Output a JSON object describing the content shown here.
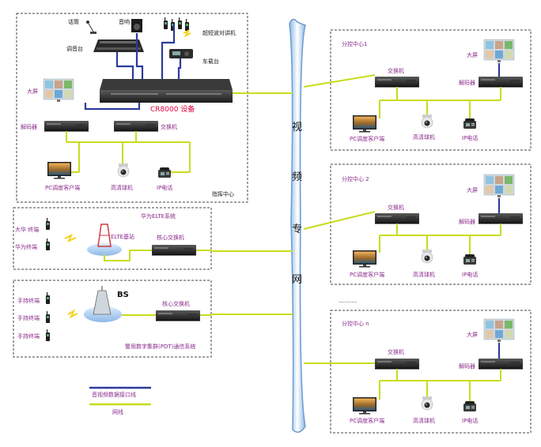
{
  "spine": {
    "chars": [
      "视",
      "频",
      "专",
      "网"
    ]
  },
  "command_center": {
    "label": "指挥中心",
    "mic": "话筒",
    "speaker": "音响",
    "mixer": "调音台",
    "walkie": "超短波对讲机",
    "vehicle_radio": "车载台",
    "big_screen": "大屏",
    "device": "CR8000 设备",
    "decoder": "解码器",
    "switch": "交换机",
    "pc_client": "PC调度客户端",
    "hd_camera": "高清球机",
    "ip_phone": "IP电话"
  },
  "elte": {
    "title": "华为ELTE系统",
    "terminal1": "大华 终端",
    "terminal2": "华为终端",
    "station": "ELTE基站",
    "core_switch": "核心交换机"
  },
  "pdt": {
    "title": "警用数字集群(PDT)通信系统",
    "handheld1": "手持终端",
    "handheld2": "手持终端",
    "handheld3": "手持终端",
    "bs": "BS",
    "core_switch": "核心交换机"
  },
  "sub_centers": [
    {
      "label": "分控中心1",
      "big_screen": "大屏",
      "switch": "交换机",
      "decoder": "解码器",
      "pc_client": "PC调度客户端",
      "hd_camera": "高清球机",
      "ip_phone": "IP电话"
    },
    {
      "label": "分控中心 2",
      "big_screen": "大屏",
      "switch": "交换机",
      "decoder": "解码器",
      "pc_client": "PC调度客户端",
      "hd_camera": "高清球机",
      "ip_phone": "IP电话"
    },
    {
      "label": "分控中心 n",
      "big_screen": "大屏",
      "switch": "交换机",
      "decoder": "解码器",
      "pc_client": "PC调度客户端",
      "hd_camera": "高清球机",
      "ip_phone": "IP电话"
    }
  ],
  "ellipsis": "……….",
  "legend": {
    "blue_line": "音视频数据接口线",
    "green_line": "网线"
  },
  "colors": {
    "network": "#c8dc1e",
    "av_line": "#2b3c9c",
    "label": "#8a2b8a",
    "device_title": "#e4003b"
  }
}
